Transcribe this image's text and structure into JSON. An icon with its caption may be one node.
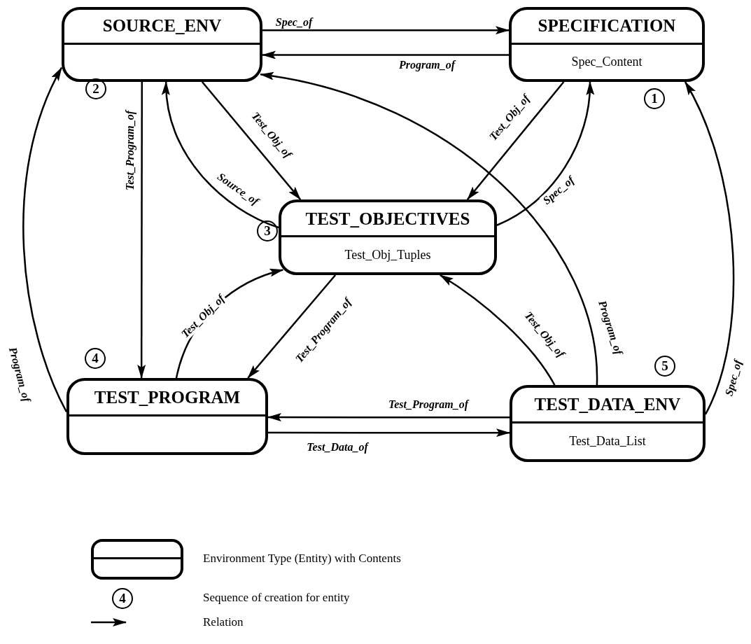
{
  "diagram": {
    "nodes": [
      {
        "text": [
          "SOURCE_ENV"
        ],
        "beside": [
          "2"
        ]
      },
      {
        "text": [
          "SPECIFICATION",
          "Spec_Content"
        ],
        "beside": [
          "1"
        ]
      },
      {
        "text": [
          "TEST_OBJECTIVES",
          "Test_Obj_Tuples"
        ],
        "beside": [
          "3"
        ]
      },
      {
        "text": [
          "TEST_PROGRAM"
        ],
        "beside": [
          "4"
        ]
      },
      {
        "text": [
          "TEST_DATA_ENV",
          "Test_Data_List"
        ],
        "beside": [
          "5"
        ]
      }
    ],
    "edges": [
      {
        "from": 0,
        "to": 1,
        "arrow": "to",
        "label": "Spec_of"
      },
      {
        "from": 1,
        "to": 0,
        "arrow": "to",
        "label": "Program_of"
      },
      {
        "from": 4,
        "to": 0,
        "arrow": "to",
        "label": "Program_of"
      },
      {
        "from": 0,
        "to": 3,
        "arrow": "to",
        "label": "Test_Program_of"
      },
      {
        "from": 0,
        "to": 2,
        "arrow": "to",
        "label": "Test_Obj_of"
      },
      {
        "from": 2,
        "to": 0,
        "arrow": "to",
        "label": "Source_of"
      },
      {
        "from": 1,
        "to": 2,
        "arrow": "to",
        "label": "Test_Obj_of"
      },
      {
        "from": 2,
        "to": 1,
        "arrow": "to",
        "label": "Spec_of"
      },
      {
        "from": 3,
        "to": 0,
        "arrow": "to",
        "label": "Program_of"
      },
      {
        "from": 3,
        "to": 2,
        "arrow": "to",
        "label": "Test_Obj_of"
      },
      {
        "from": 2,
        "to": 3,
        "arrow": "to",
        "label": "Test_Program_of"
      },
      {
        "from": 4,
        "to": 2,
        "arrow": "to",
        "label": "Test_Obj_of"
      },
      {
        "from": 4,
        "to": 3,
        "arrow": "to",
        "label": "Test_Program_of"
      },
      {
        "from": 3,
        "to": 4,
        "arrow": "to",
        "label": "Test_Data_of"
      },
      {
        "from": 4,
        "to": 1,
        "arrow": "to",
        "label": "Spec_of"
      }
    ],
    "labels": [
      "4"
    ],
    "legend": [
      {
        "text": "Environment Type (Entity) with Contents"
      },
      {
        "text": "Sequence of creation for entity"
      },
      {
        "text": "Relation"
      }
    ]
  }
}
